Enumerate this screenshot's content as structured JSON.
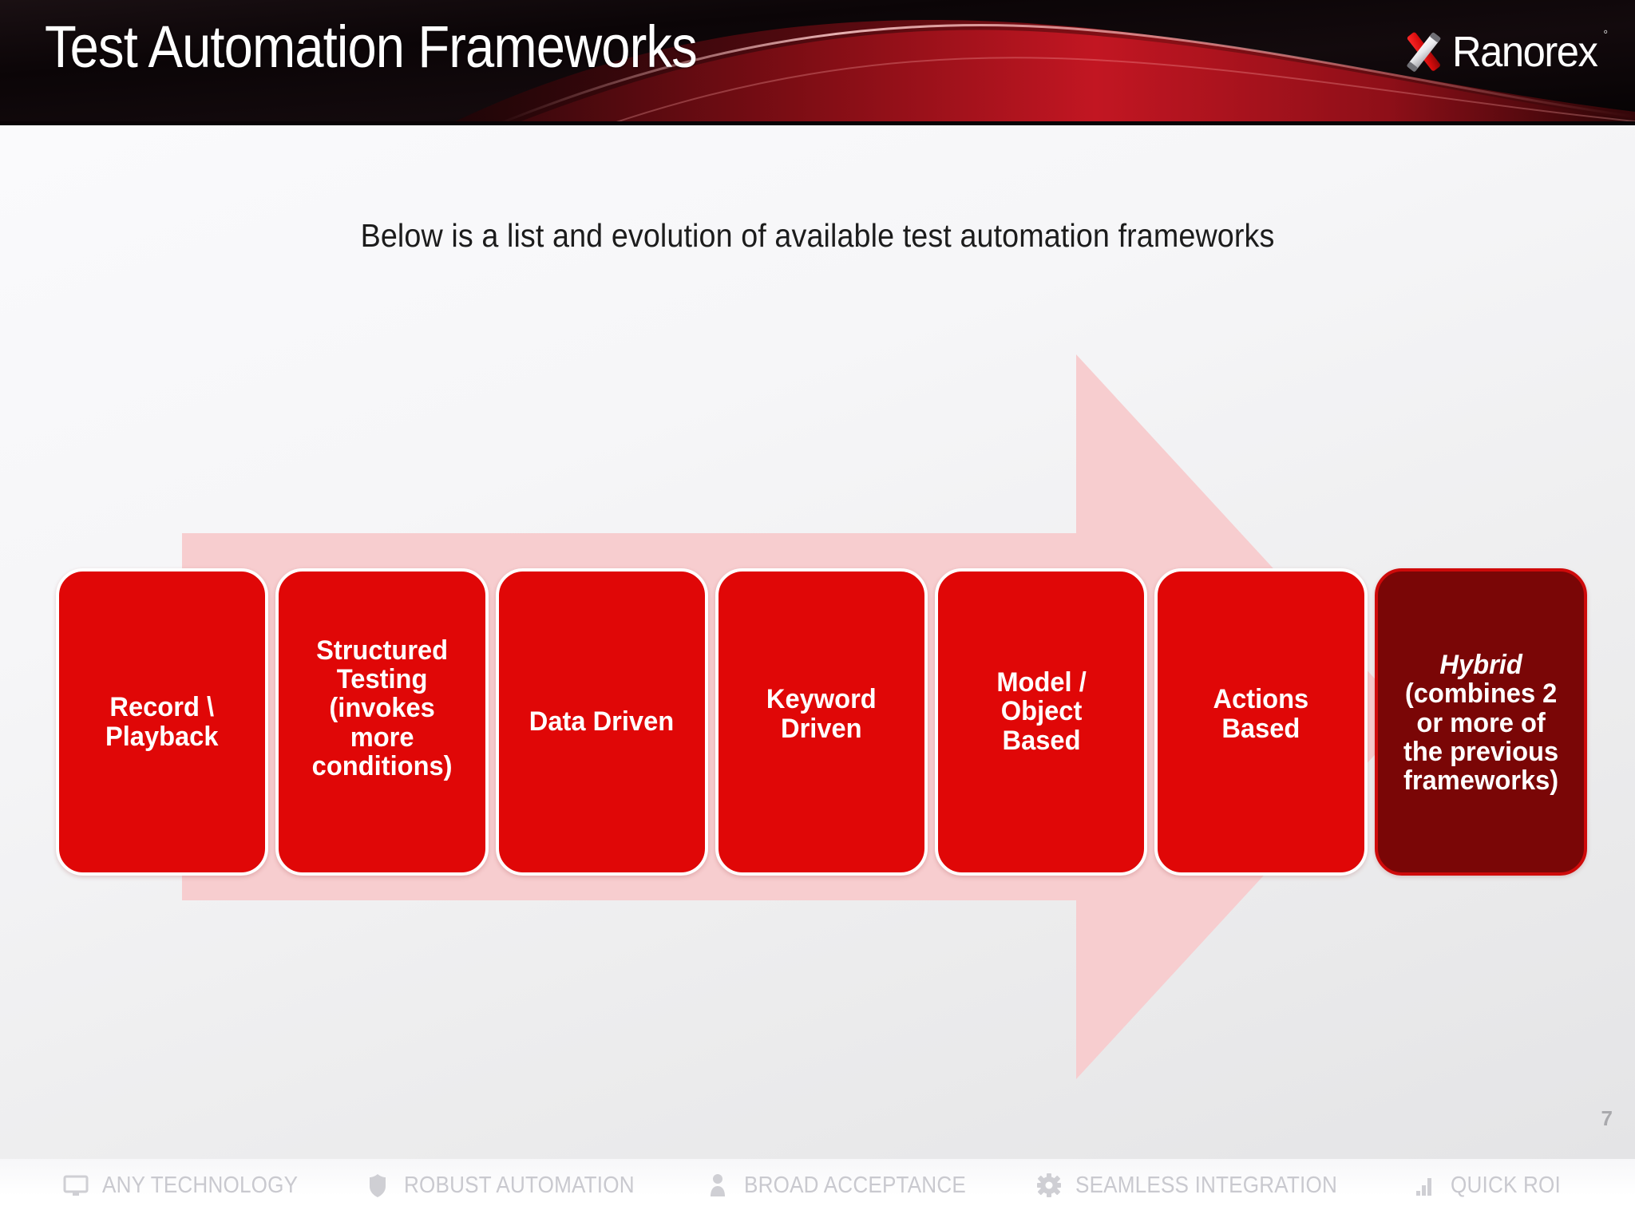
{
  "header": {
    "title": "Test Automation Frameworks",
    "logo_text": "Ranorex",
    "logo_tm": "°",
    "brand_color": "#e00707",
    "background_color": "#060204"
  },
  "body": {
    "subtitle": "Below is a list and evolution of available test automation frameworks",
    "arrow_color": "#f7cdcf"
  },
  "boxes": [
    {
      "label": "Record \\\nPlayback",
      "fill": "#e00707"
    },
    {
      "label": "Structured\nTesting\n(invokes\nmore\nconditions)",
      "fill": "#e00707"
    },
    {
      "label": "Data Driven",
      "fill": "#e00707"
    },
    {
      "label": "Keyword\nDriven",
      "fill": "#e00707"
    },
    {
      "label": "Model /\nObject\nBased",
      "fill": "#e00707"
    },
    {
      "label": "Actions\nBased",
      "fill": "#e00707"
    },
    {
      "label_italic": "Hybrid",
      "label": "(combines 2\nor more of\nthe previous\nframeworks)",
      "fill": "#7a0606"
    }
  ],
  "slide_number": "7",
  "footer": {
    "items": [
      {
        "icon": "monitor-icon",
        "label": "ANY TECHNOLOGY"
      },
      {
        "icon": "shield-icon",
        "label": "ROBUST AUTOMATION"
      },
      {
        "icon": "person-icon",
        "label": "BROAD ACCEPTANCE"
      },
      {
        "icon": "gear-icon",
        "label": "SEAMLESS INTEGRATION"
      },
      {
        "icon": "bar-chart-icon",
        "label": "QUICK ROI"
      }
    ],
    "text_color": "#c9c9cf"
  }
}
